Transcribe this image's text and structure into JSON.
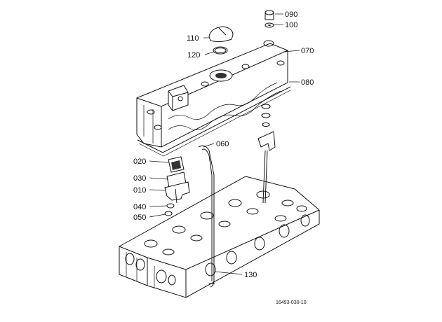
{
  "parts": [
    {
      "id": "090",
      "label": "090"
    },
    {
      "id": "100",
      "label": "100"
    },
    {
      "id": "110",
      "label": "110"
    },
    {
      "id": "120",
      "label": "120"
    },
    {
      "id": "070",
      "label": "070"
    },
    {
      "id": "080",
      "label": "080"
    },
    {
      "id": "060",
      "label": "060"
    },
    {
      "id": "020",
      "label": "020"
    },
    {
      "id": "030",
      "label": "030"
    },
    {
      "id": "010",
      "label": "010"
    },
    {
      "id": "040",
      "label": "040"
    },
    {
      "id": "050",
      "label": "050"
    },
    {
      "id": "130",
      "label": "130"
    }
  ],
  "reference_code": "16493-030-10"
}
